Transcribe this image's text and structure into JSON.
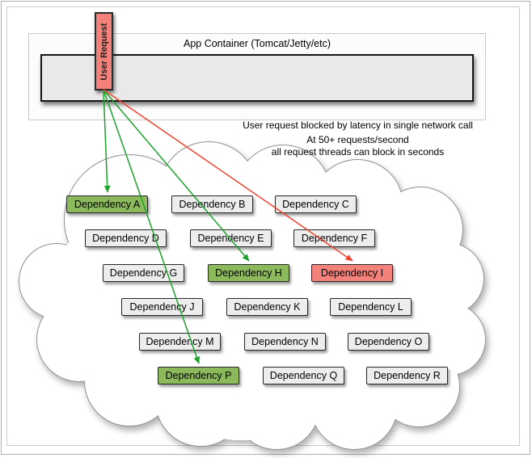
{
  "diagram": {
    "app_container": {
      "title": "App Container (Tomcat/Jetty/etc)"
    },
    "user_request": {
      "label": "User Request"
    },
    "caption": {
      "line1": "User request blocked by latency in single network call",
      "line2": "At 50+ requests/second",
      "line3": "all request threads can block in seconds"
    }
  },
  "colors": {
    "dependency_default": "#ededed",
    "dependency_active": "#8cb95c",
    "dependency_blocked": "#f5827a",
    "user_request_fill": "#f5827a",
    "arrow_success": "#1da32b",
    "arrow_blocked": "#ef4430"
  },
  "dependencies": [
    {
      "label": "Dependency A",
      "state": "active",
      "row": 0,
      "col": 0
    },
    {
      "label": "Dependency B",
      "state": "default",
      "row": 0,
      "col": 1
    },
    {
      "label": "Dependency C",
      "state": "default",
      "row": 0,
      "col": 2
    },
    {
      "label": "Dependency D",
      "state": "default",
      "row": 1,
      "col": 0
    },
    {
      "label": "Dependency E",
      "state": "default",
      "row": 1,
      "col": 1
    },
    {
      "label": "Dependency F",
      "state": "default",
      "row": 1,
      "col": 2
    },
    {
      "label": "Dependency G",
      "state": "default",
      "row": 2,
      "col": 0
    },
    {
      "label": "Dependency H",
      "state": "active",
      "row": 2,
      "col": 1
    },
    {
      "label": "Dependency I",
      "state": "blocked",
      "row": 2,
      "col": 2
    },
    {
      "label": "Dependency J",
      "state": "default",
      "row": 3,
      "col": 0
    },
    {
      "label": "Dependency K",
      "state": "default",
      "row": 3,
      "col": 1
    },
    {
      "label": "Dependency L",
      "state": "default",
      "row": 3,
      "col": 2
    },
    {
      "label": "Dependency M",
      "state": "default",
      "row": 4,
      "col": 0
    },
    {
      "label": "Dependency N",
      "state": "default",
      "row": 4,
      "col": 1
    },
    {
      "label": "Dependency O",
      "state": "default",
      "row": 4,
      "col": 2
    },
    {
      "label": "Dependency P",
      "state": "active",
      "row": 5,
      "col": 0
    },
    {
      "label": "Dependency Q",
      "state": "default",
      "row": 5,
      "col": 1
    },
    {
      "label": "Dependency R",
      "state": "default",
      "row": 5,
      "col": 2
    }
  ],
  "arrows": [
    {
      "target": "Dependency A",
      "kind": "success"
    },
    {
      "target": "Dependency H",
      "kind": "success"
    },
    {
      "target": "Dependency P",
      "kind": "success"
    },
    {
      "target": "Dependency I",
      "kind": "blocked"
    }
  ]
}
